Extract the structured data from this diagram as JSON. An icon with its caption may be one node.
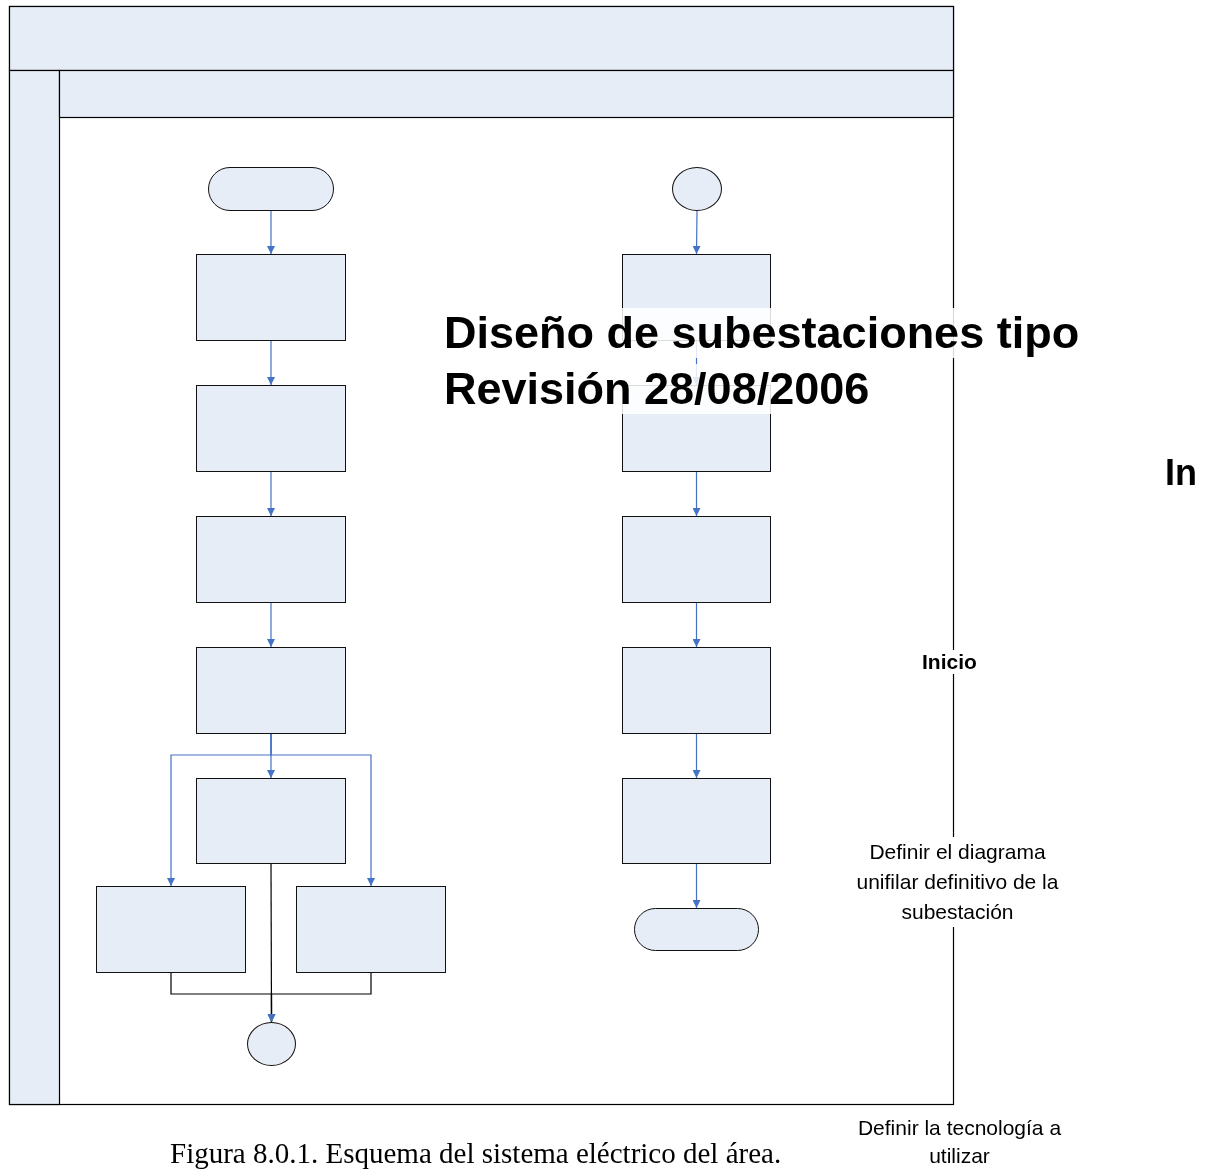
{
  "diagram": {
    "caption": "Figura 8.0.1. Esquema del sistema eléctrico del área.",
    "nodes": [
      {
        "text": [],
        "shape": "pill"
      },
      {
        "text": [],
        "shape": "box"
      },
      {
        "text": [],
        "shape": "box"
      },
      {
        "text": [],
        "shape": "box"
      },
      {
        "text": [],
        "shape": "box"
      },
      {
        "text": [],
        "shape": "box"
      },
      {
        "text": [],
        "shape": "box"
      },
      {
        "text": [],
        "shape": "box"
      },
      {
        "text": [],
        "shape": "circle"
      },
      {
        "text": [],
        "shape": "circle"
      },
      {
        "text": [],
        "shape": "box"
      },
      {
        "text": [],
        "shape": "box"
      },
      {
        "text": [],
        "shape": "box"
      },
      {
        "text": [],
        "shape": "box"
      },
      {
        "text": [],
        "shape": "box"
      },
      {
        "text": [],
        "shape": "pill"
      }
    ],
    "edges": [
      {
        "from": 0,
        "to": 1,
        "arrow": "to"
      },
      {
        "from": 1,
        "to": 2,
        "arrow": "to"
      },
      {
        "from": 2,
        "to": 3,
        "arrow": "to"
      },
      {
        "from": 3,
        "to": 4,
        "arrow": "to"
      },
      {
        "from": 4,
        "to": 5,
        "arrow": "to"
      },
      {
        "from": 4,
        "to": 6,
        "arrow": "to"
      },
      {
        "from": 4,
        "to": 7,
        "arrow": "to"
      },
      {
        "from": 5,
        "to": 8,
        "arrow": "to",
        "color": "#000000"
      },
      {
        "from": 6,
        "to": 8,
        "arrow": "to",
        "color": "#000000"
      },
      {
        "from": 7,
        "to": 8,
        "arrow": "to",
        "color": "#000000"
      },
      {
        "from": 9,
        "to": 10,
        "arrow": "to"
      },
      {
        "from": 10,
        "to": 11,
        "arrow": "to"
      },
      {
        "from": 11,
        "to": 12,
        "arrow": "to"
      },
      {
        "from": 12,
        "to": 13,
        "arrow": "to"
      },
      {
        "from": 13,
        "to": 14,
        "arrow": "to"
      },
      {
        "from": 14,
        "to": 15,
        "arrow": "to"
      }
    ],
    "labels": [
      "Diseño de subestaciones tipo",
      "Revisión 28/08/2006",
      "In",
      "Inicio",
      "Definir el diagrama unifilar definitivo de la subestación",
      "Definir la tecnología a utilizar"
    ]
  }
}
